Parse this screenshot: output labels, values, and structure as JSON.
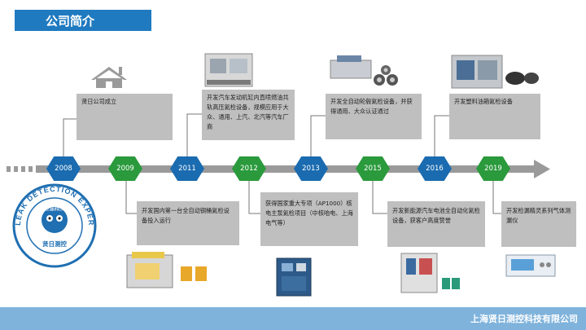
{
  "header": {
    "title": "公司简介"
  },
  "footer": {
    "company": "上海贤日测控科技有限公司"
  },
  "timeline": {
    "years": [
      "2008",
      "2009",
      "2011",
      "2012",
      "2013",
      "2015",
      "2016",
      "2019"
    ],
    "events": [
      "贤日公司成立",
      "开发国内第一台全自动钢桶氦检设备投入运行",
      "开发汽车发动机缸内直喷燃油共轨高压氦检设备，规模应用于大众、通用、上汽、北汽等汽车厂商",
      "获得国家重大专项（AP1000）核电主泵氦检项目（中核咱电、上海电气等）",
      "开发全自动轮毂氦检设备，并获得通用、大众认证通过",
      "开发新能源汽车电池全自动化氦检设备，获客户高度赞誉",
      "开发塑料油箱氦检设备",
      "开发检漏精灵系列气体测漏仪"
    ]
  },
  "logo": {
    "ring_text": "LEAK DETECTION EXPERTS",
    "cn": "检漏精灵",
    "brand": "贤日测控"
  },
  "colors": {
    "blue": "#1a6bb0",
    "green": "#2a9a3c",
    "gray": "#bfbfbf"
  }
}
